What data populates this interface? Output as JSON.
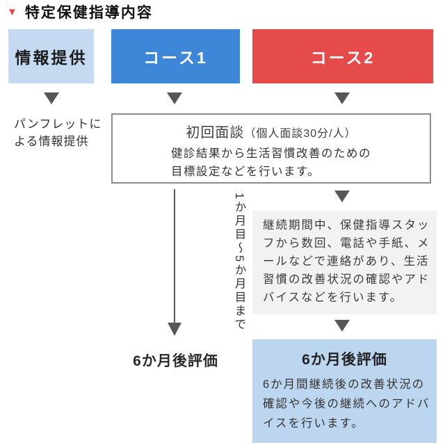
{
  "title": {
    "marker": "▼",
    "text": "特定保健指導内容"
  },
  "colors": {
    "accent_red": "#e64b4b",
    "accent_blue": "#3d86d8",
    "light_blue_header": "#c5daf1",
    "pale_blue_box": "#bdd6ef",
    "gray_box": "#f2f2f0",
    "arrow_gray": "#55575b",
    "title_marker_red": "#e8463e"
  },
  "headers": {
    "info": "情報提供",
    "course1": "コース1",
    "course2": "コース2"
  },
  "info_note": {
    "line1": "パンフレットに",
    "line2": "よる情報提供"
  },
  "first_meeting": {
    "title_main": "初回面談",
    "title_sub": "（個人面談30分/人）",
    "body_line1": "健診結果から生活習慣改善のための",
    "body_line2": "目標設定などを行います。"
  },
  "timeline_label": "1か月目～5か月目まで",
  "continuation": {
    "lines": [
      "継続期間中、保健指導スタッ",
      "フから数回、電話や手紙、メ",
      "ールなどで連絡があり、生活",
      "習慣の改善状況の確認やアド",
      "バイスなどを行います。"
    ]
  },
  "course1_eval": "6か月後評価",
  "course2_eval": {
    "title": "6か月後評価",
    "lines": [
      "6か月間継続後の改善状況の",
      "確認や今後の継続へのアドバ",
      "イスを行います。"
    ]
  }
}
